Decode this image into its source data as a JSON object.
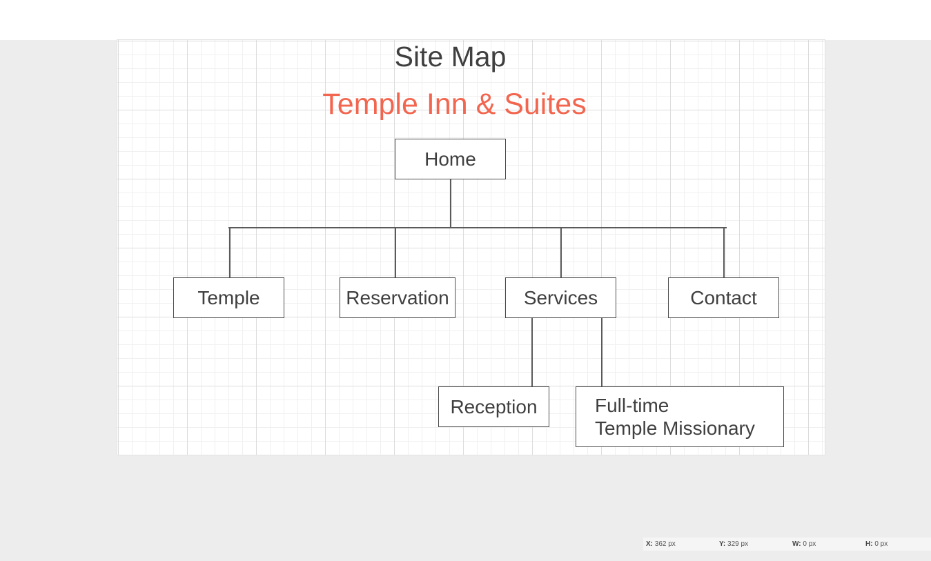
{
  "diagram": {
    "title": "Site Map",
    "subtitle": "Temple Inn & Suites",
    "nodes": {
      "home": "Home",
      "temple": "Temple",
      "reservation": "Reservation",
      "services": "Services",
      "contact": "Contact",
      "reception": "Reception",
      "missionary_line1": "Full-time",
      "missionary_line2": "Temple Missionary"
    }
  },
  "status": {
    "x_label": "X:",
    "x_value": "362 px",
    "y_label": "Y:",
    "y_value": "329 px",
    "w_label": "W:",
    "w_value": "0 px",
    "h_label": "H:",
    "h_value": "0 px"
  },
  "colors": {
    "subtitle": "#f2664f",
    "text": "#3f3f3f",
    "line": "#5a5a5a"
  }
}
